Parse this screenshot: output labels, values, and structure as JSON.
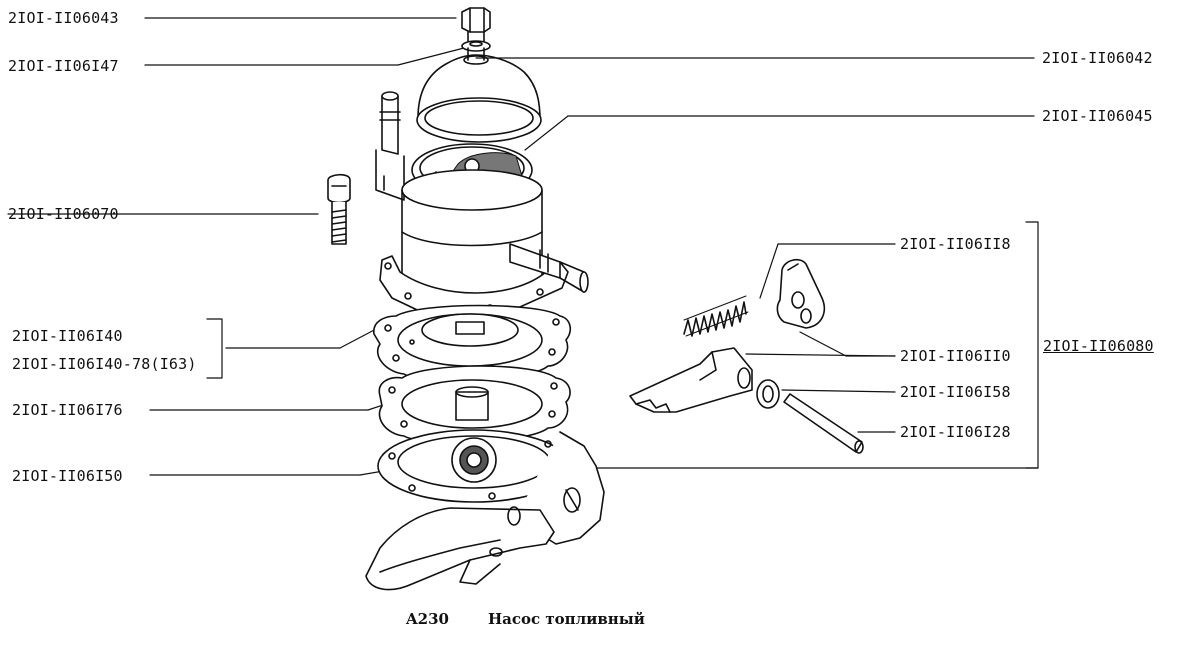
{
  "figure": {
    "code": "A230",
    "title": "Насос топливный"
  },
  "parts": {
    "p06043": "2IOI-II06043",
    "p06147": "2IOI-II06I47",
    "p06042": "2IOI-II06042",
    "p06045": "2IOI-II06045",
    "p06070": "2IOI-II06070",
    "p06140": "2IOI-II06I40",
    "p06140_78": "2IOI-II06I40-78(I63)",
    "p06176": "2IOI-II06I76",
    "p06150": "2IOI-II06I50",
    "p06118": "2IOI-II06II8",
    "p06110": "2IOI-II06II0",
    "p06158": "2IOI-II06I58",
    "p06128": "2IOI-II06I28",
    "p06080": "2IOI-II06080"
  }
}
